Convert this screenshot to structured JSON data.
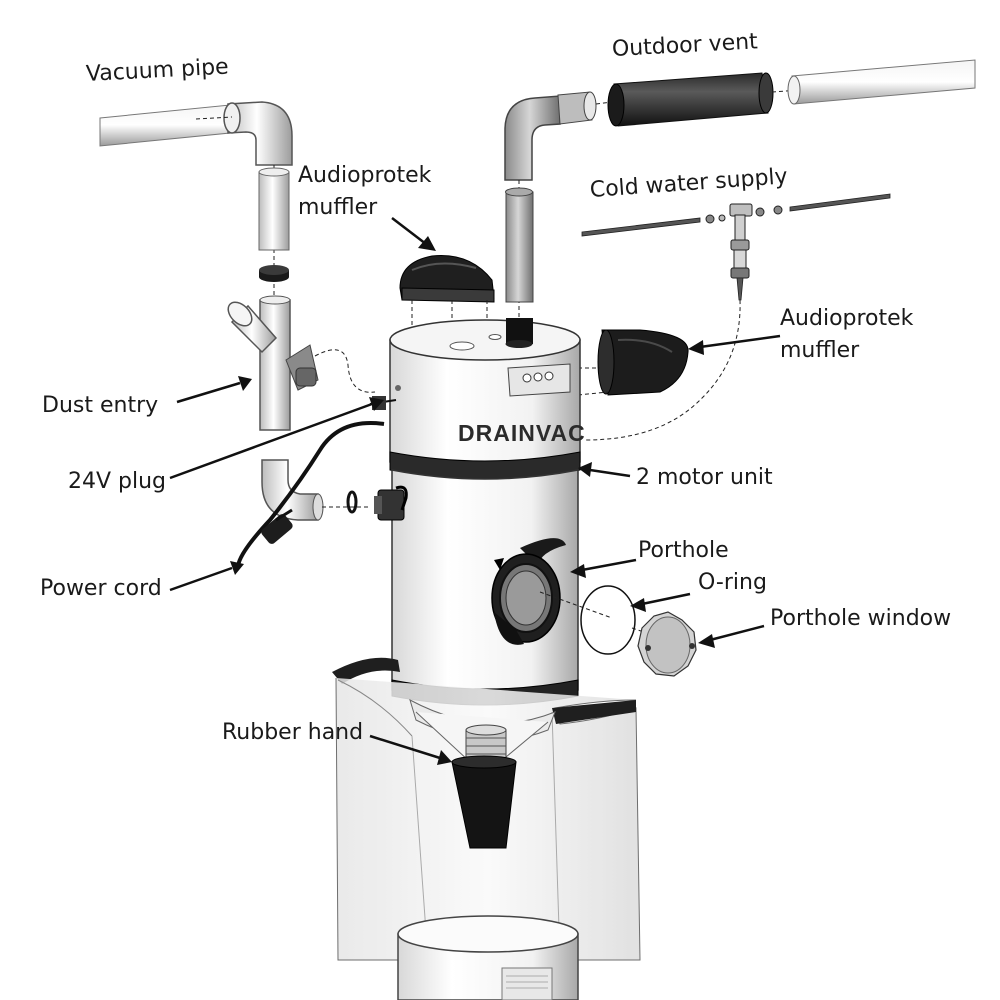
{
  "brand": "DRAINVAC",
  "labels": {
    "vacuum_pipe": "Vacuum pipe",
    "outdoor_vent": "Outdoor vent",
    "cold_water_supply": "Cold water supply",
    "audioprotek_muffler_left": [
      "Audioprotek",
      "muffler"
    ],
    "audioprotek_muffler_right": [
      "Audioprotek",
      "muffler"
    ],
    "dust_entry": "Dust entry",
    "plug_24v": "24V plug",
    "motor_unit": "2 motor unit",
    "power_cord": "Power cord",
    "porthole": "Porthole",
    "o_ring": "O-ring",
    "porthole_window": "Porthole window",
    "rubber_hand": "Rubber hand"
  }
}
